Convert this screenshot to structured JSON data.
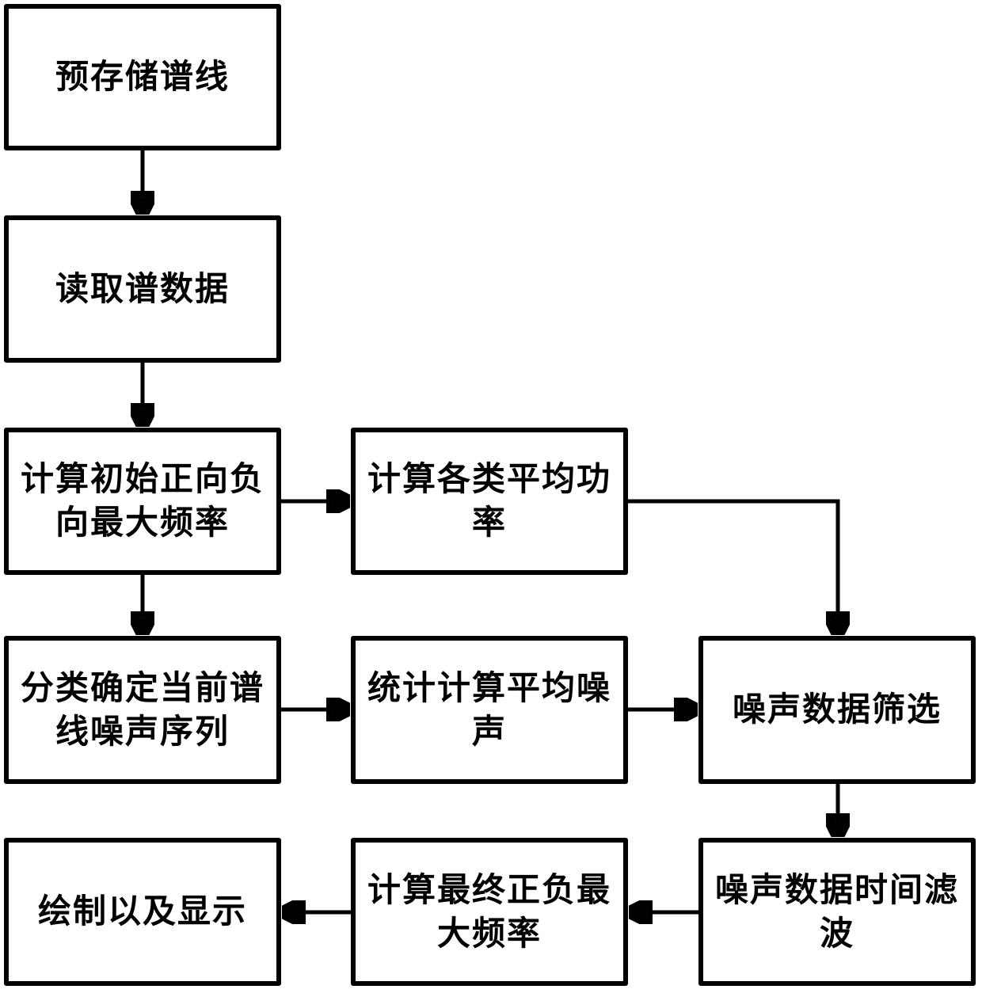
{
  "diagram": {
    "title": "spectral-line noise processing flowchart",
    "colors": {
      "stroke": "#000000",
      "background": "#ffffff",
      "text": "#000000"
    },
    "nodes": {
      "prestore_spectral_line": {
        "label": "预存储谱线"
      },
      "read_spectrum_data": {
        "label": "读取谱数据"
      },
      "calc_initial_max_freq": {
        "label": "计算初始正向负\n向最大频率"
      },
      "calc_class_avg_power": {
        "label": "计算各类平均功\n率"
      },
      "classify_noise_sequence": {
        "label": "分类确定当前谱\n线噪声序列"
      },
      "stat_calc_avg_noise": {
        "label": "统计计算平均噪\n声"
      },
      "noise_data_screening": {
        "label": "噪声数据筛选"
      },
      "noise_data_time_filter": {
        "label": "噪声数据时间滤\n波"
      },
      "calc_final_max_freq": {
        "label": "计算最终正负最\n大频率"
      },
      "draw_and_display": {
        "label": "绘制以及显示"
      }
    },
    "edges": [
      {
        "from": "prestore_spectral_line",
        "to": "read_spectrum_data"
      },
      {
        "from": "read_spectrum_data",
        "to": "calc_initial_max_freq"
      },
      {
        "from": "calc_initial_max_freq",
        "to": "calc_class_avg_power"
      },
      {
        "from": "calc_initial_max_freq",
        "to": "classify_noise_sequence"
      },
      {
        "from": "calc_class_avg_power",
        "to": "noise_data_screening"
      },
      {
        "from": "classify_noise_sequence",
        "to": "stat_calc_avg_noise"
      },
      {
        "from": "stat_calc_avg_noise",
        "to": "noise_data_screening"
      },
      {
        "from": "noise_data_screening",
        "to": "noise_data_time_filter"
      },
      {
        "from": "noise_data_time_filter",
        "to": "calc_final_max_freq"
      },
      {
        "from": "calc_final_max_freq",
        "to": "draw_and_display"
      }
    ]
  }
}
